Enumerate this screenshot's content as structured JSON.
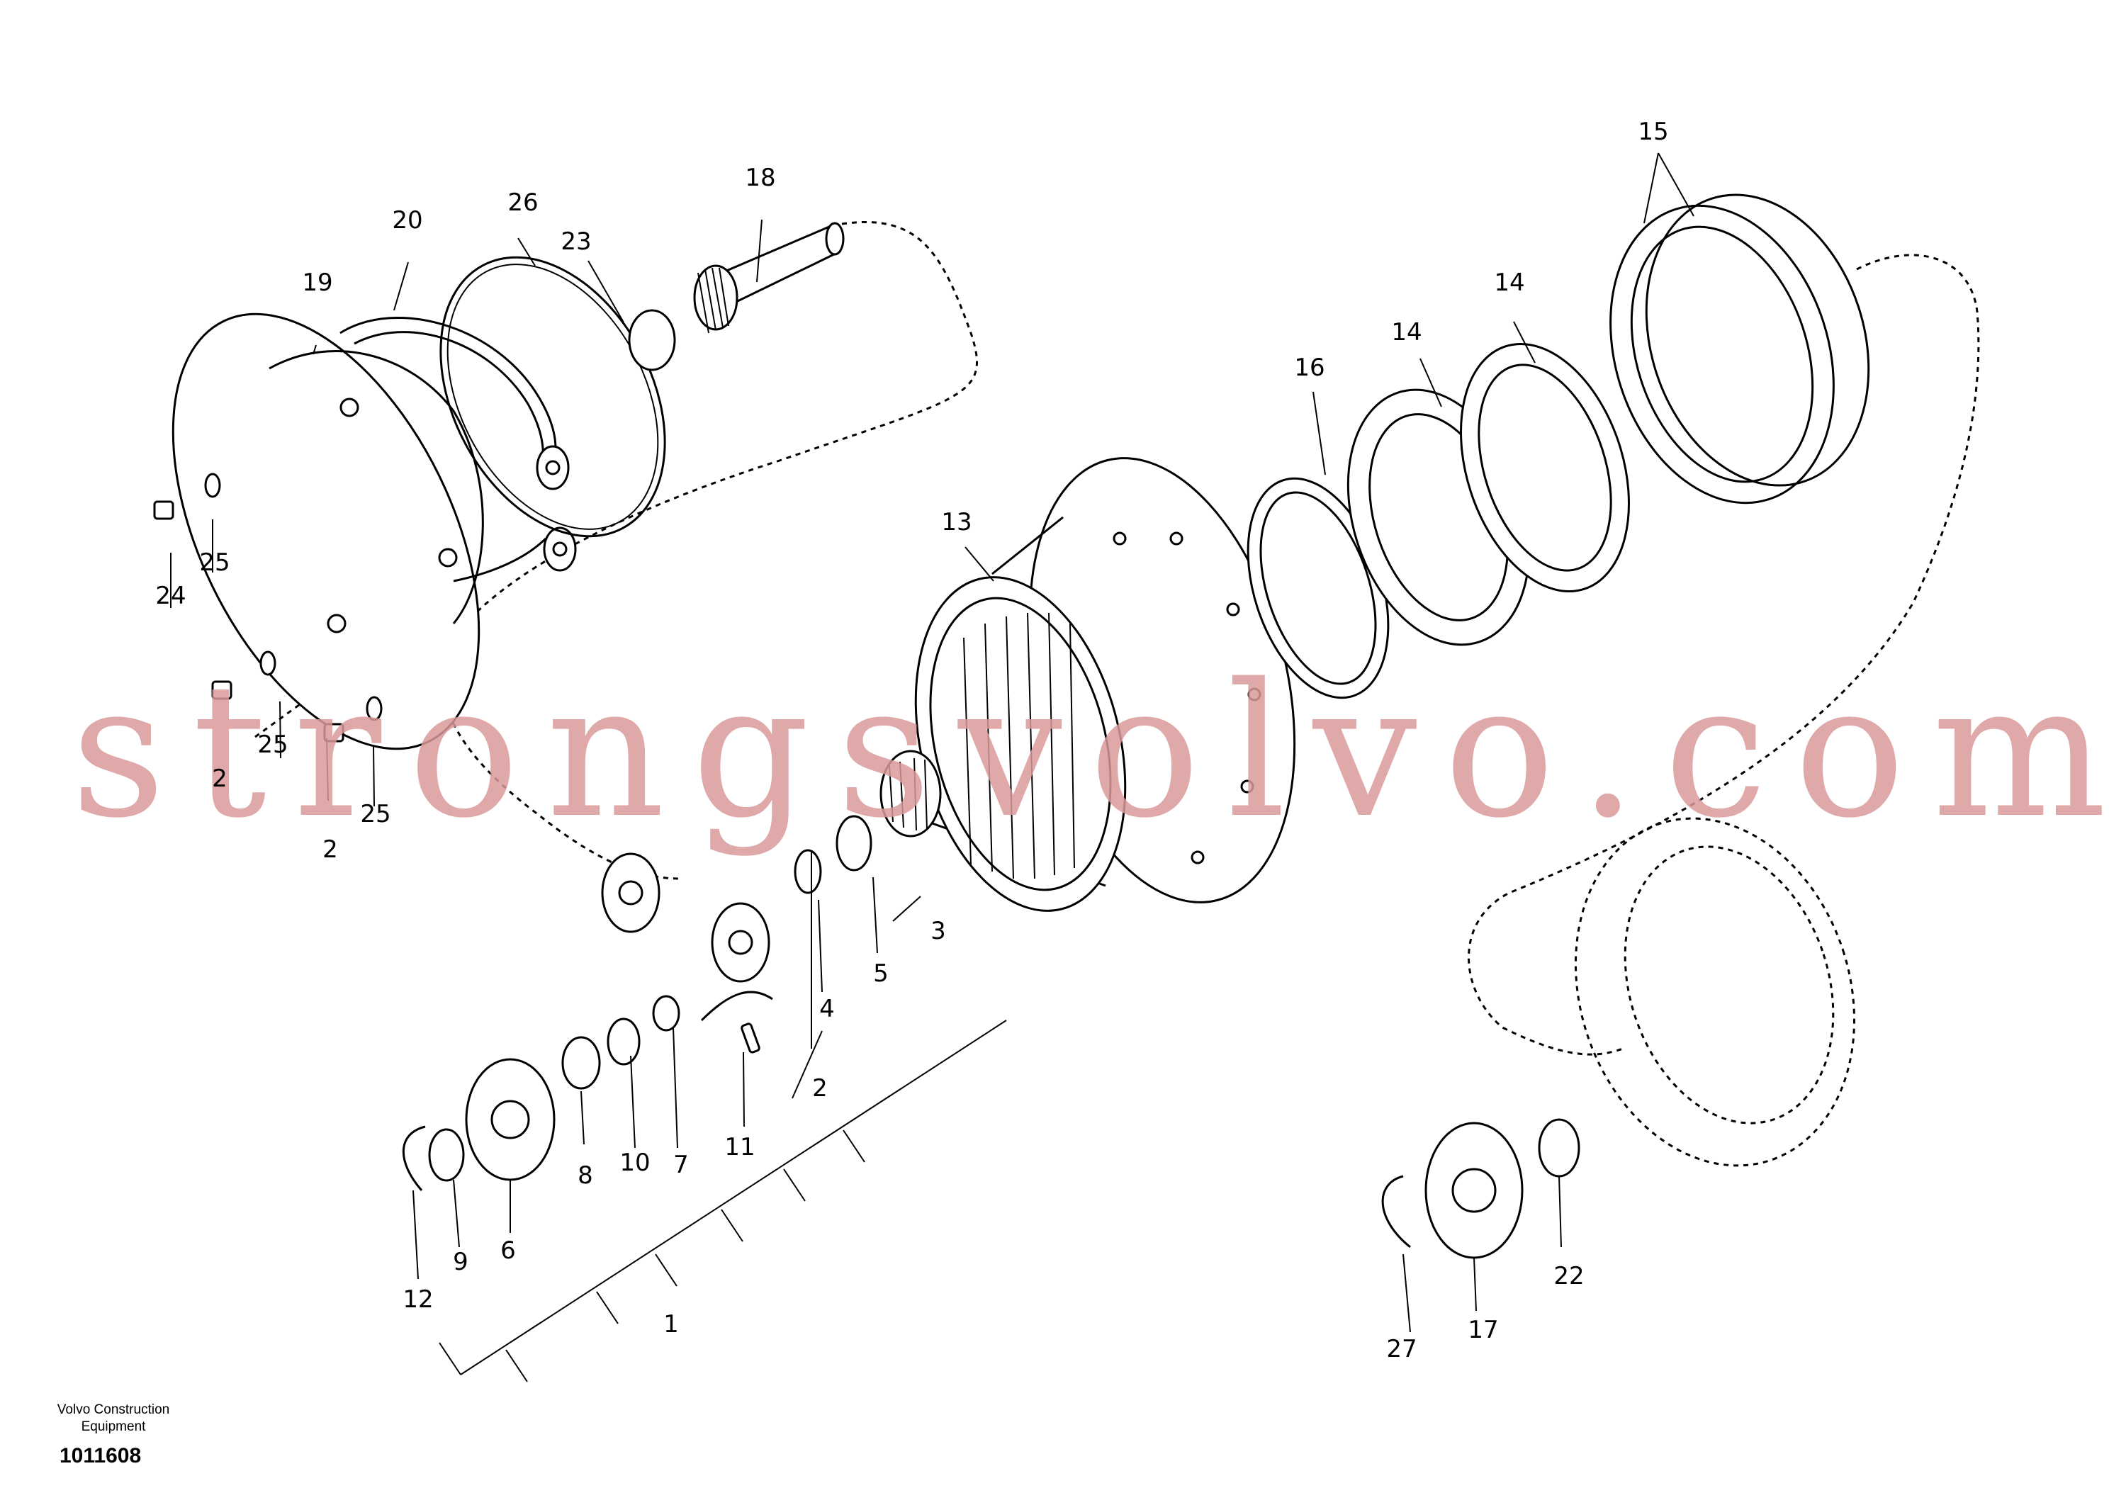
{
  "callouts": {
    "c1": "1",
    "c2a": "2",
    "c2b": "2",
    "c2c": "2",
    "c3": "3",
    "c4": "4",
    "c5": "5",
    "c6": "6",
    "c7": "7",
    "c8": "8",
    "c9": "9",
    "c10": "10",
    "c11": "11",
    "c12": "12",
    "c13": "13",
    "c14a": "14",
    "c14b": "14",
    "c15": "15",
    "c16": "16",
    "c17": "17",
    "c18": "18",
    "c19": "19",
    "c20": "20",
    "c22": "22",
    "c23": "23",
    "c24": "24",
    "c25a": "25",
    "c25b": "25",
    "c25c": "25",
    "c26": "26",
    "c27": "27"
  },
  "watermark": "strongsvolvo.com",
  "footer": {
    "credit_line1": "Volvo Construction",
    "credit_line2": "Equipment",
    "drawing_number": "1011608"
  }
}
